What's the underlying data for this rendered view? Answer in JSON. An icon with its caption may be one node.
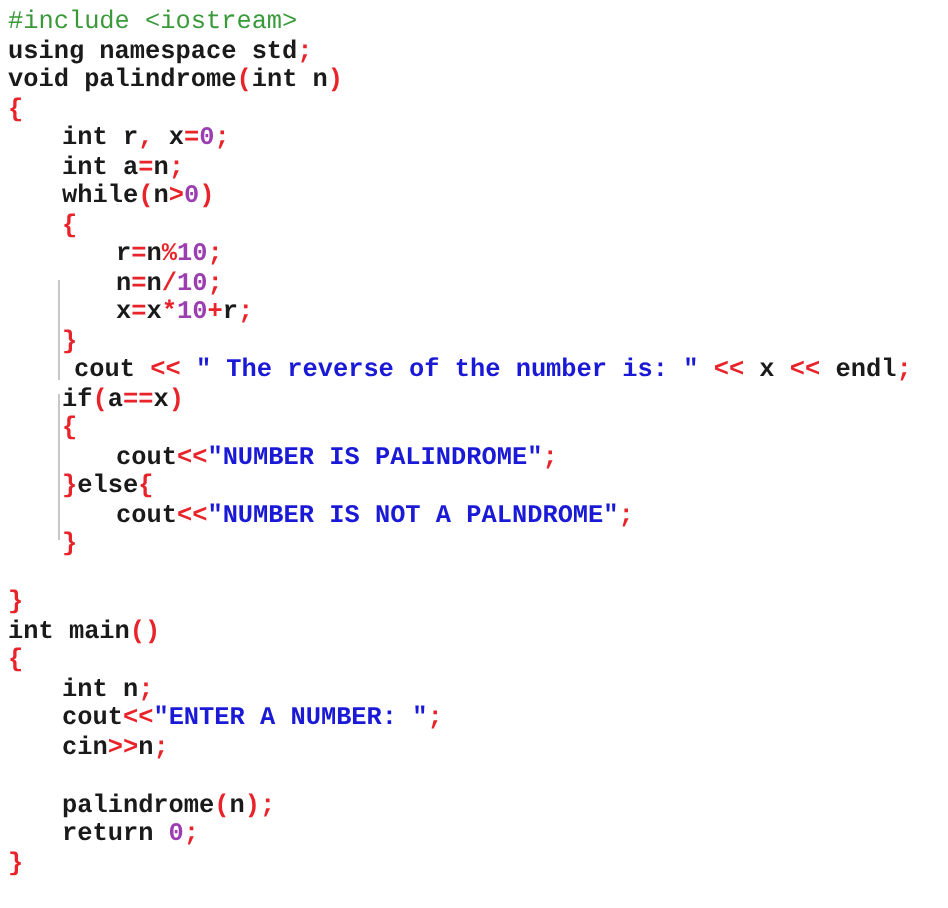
{
  "diagram": {
    "labels": [
      "#include <iostream>",
      "using namespace std;",
      "void palindrome(int n)",
      "{",
      "int r, x=0;",
      "int a=n;",
      "while(n>0)",
      "{",
      "r=n%10;",
      "n=n/10;",
      "x=x*10+r;",
      "}",
      "cout << \" The reverse of the number is: \" << x << endl;",
      "if(a==x)",
      "{",
      "cout<<\"NUMBER IS PALINDROME\";",
      "}else{",
      "cout<<\"NUMBER IS NOT A PALNDROME\";",
      "}",
      "}",
      "int main()",
      "{",
      "int n;",
      "cout<<\"ENTER A NUMBER: \";",
      "cin>>n;",
      "palindrome(n);",
      "return 0;",
      "}"
    ]
  }
}
